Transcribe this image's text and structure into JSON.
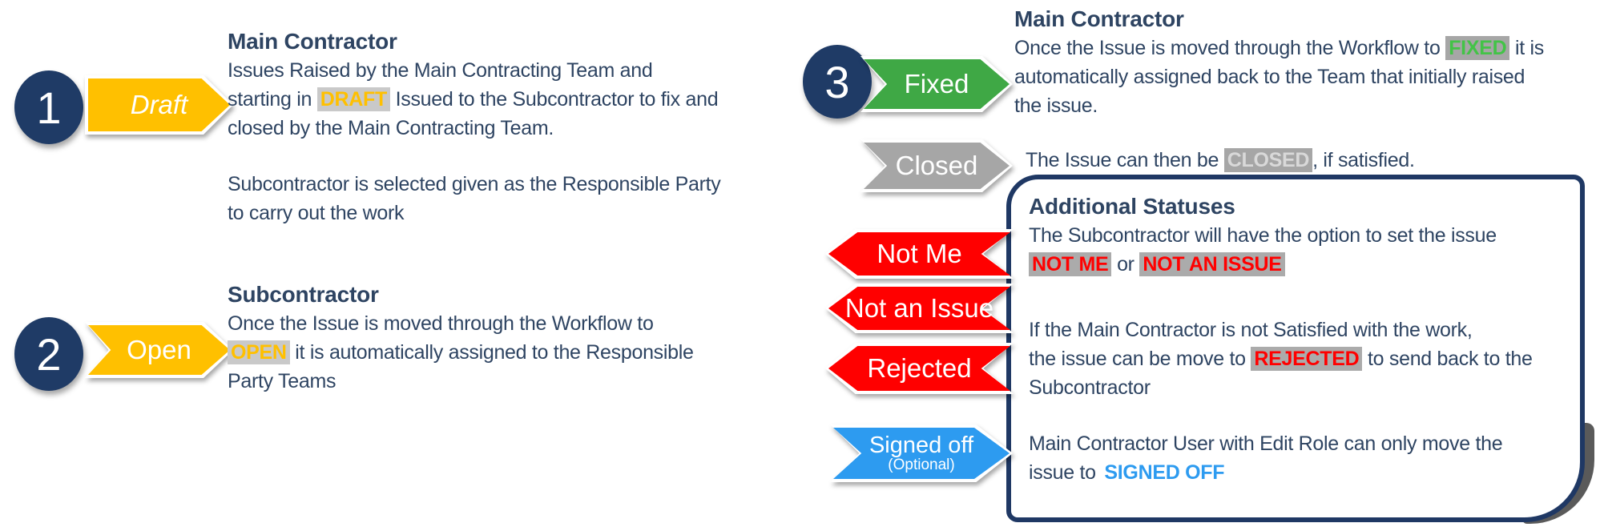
{
  "palette": {
    "navy": "#1F3864",
    "badge_yellow": "#FFC000",
    "badge_green": "#3FA845",
    "badge_gray": "#A6A6A6",
    "badge_red": "#FF0000",
    "badge_blue": "#2D9BF0",
    "body_text": "#2E4462",
    "highlight_gray": "#ABABAB"
  },
  "steps": {
    "one": {
      "number": "1",
      "badge_label": "Draft",
      "heading": "Main Contractor",
      "line1": "Issues Raised by the Main Contracting Team and",
      "line2_pre": "starting in ",
      "line2_hl": "DRAFT",
      "line2_post": " Issued to the Subcontractor to fix and",
      "line3": "closed by the Main Contracting Team.",
      "line4": "Subcontractor is selected given as the Responsible Party",
      "line5": "to carry out the work"
    },
    "two": {
      "number": "2",
      "badge_label": "Open",
      "heading": "Subcontractor",
      "line1": "Once the Issue is moved through the Workflow to",
      "line2_hl": "OPEN",
      "line2_post": " it is automatically assigned to the Responsible",
      "line3": "Party Teams"
    },
    "three": {
      "number": "3",
      "badge_label": "Fixed",
      "heading": "Main Contractor",
      "line1_pre": "Once the Issue is moved through the Workflow to ",
      "line1_hl": "FIXED",
      "line1_post": " it is",
      "line2": "automatically assigned back to the Team that initially raised",
      "line3": "the issue."
    }
  },
  "closed_row": {
    "badge_label": "Closed",
    "line_pre": "The Issue can then be ",
    "line_hl": "CLOSED",
    "line_post": ", if satisfied."
  },
  "statuses_box": {
    "heading": "Additional Statuses",
    "p1_line1": "The Subcontractor will have the option to set the issue",
    "p1_hl1": "NOT ME",
    "p1_mid": " or ",
    "p1_hl2": "NOT AN ISSUE",
    "p2_line1": "If the Main Contractor is not Satisfied with the work,",
    "p2_line2_pre": "the issue can be move to ",
    "p2_hl": "REJECTED",
    "p2_line2_post": " to send back to the",
    "p2_line3": "Subcontractor",
    "p3_line1": "Main Contractor User with Edit Role can only move the",
    "p3_line2_pre": "issue to ",
    "p3_hl": "SIGNED OFF"
  },
  "status_badges": {
    "not_me": "Not Me",
    "not_an_issue": "Not an Issue",
    "rejected": "Rejected",
    "signed_off": "Signed off",
    "signed_off_note": "(Optional)"
  }
}
